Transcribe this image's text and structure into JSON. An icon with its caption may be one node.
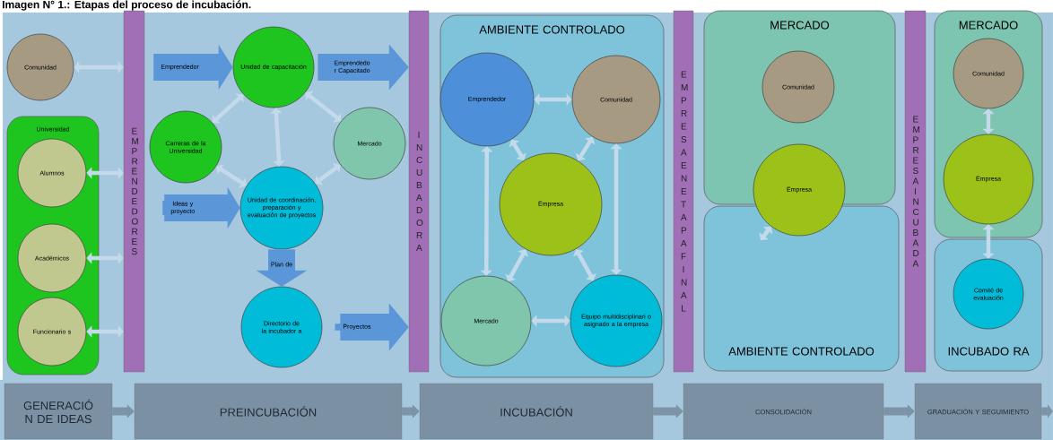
{
  "diagram": {
    "title": "Imagen N° 1.: Etapas del proceso de incubación.",
    "nodes": [
      {
        "text": [
          "Comunidad"
        ]
      },
      {
        "text": [
          "Universidad"
        ]
      },
      {
        "text": [
          "Alumnos"
        ],
        "in": 1
      },
      {
        "text": [
          "Académicos"
        ],
        "in": 1
      },
      {
        "text": [
          "Funcionario s"
        ],
        "in": 1
      },
      {
        "text": [
          "E M P R E N D E D O R E S"
        ]
      },
      {
        "text": [
          "Unidad de capacitación"
        ]
      },
      {
        "text": [
          "Carreras de la Universidad"
        ]
      },
      {
        "text": [
          "Mercado"
        ]
      },
      {
        "text": [
          "Unidad de coordinación, preparación y evaluación de proyectos"
        ]
      },
      {
        "text": [
          "Directorio de la incubador a"
        ]
      },
      {
        "text": [
          "I N C U B A D O R A"
        ]
      },
      {
        "text": [
          "AMBIENTE CONTROLADO"
        ]
      },
      {
        "text": [
          "Emprendedor"
        ],
        "in": 12
      },
      {
        "text": [
          "Comunidad"
        ],
        "in": 12
      },
      {
        "text": [
          "Empresa"
        ],
        "in": 12
      },
      {
        "text": [
          "Mercado"
        ],
        "in": 12
      },
      {
        "text": [
          "Equipo multidisciplinari o asignado a la empresa"
        ],
        "in": 12
      },
      {
        "text": [
          "E M P R E S A E N E T A P A F I N A L"
        ]
      },
      {
        "text": [
          "MERCADO"
        ]
      },
      {
        "text": [
          "Comunidad"
        ],
        "in": 19
      },
      {
        "text": [
          "Empresa"
        ]
      },
      {
        "text": [
          "AMBIENTE CONTROLADO"
        ]
      },
      {
        "text": [
          "E M P R E S A I N C U B A D A"
        ]
      },
      {
        "text": [
          "MERCADO"
        ]
      },
      {
        "text": [
          "Comunidad"
        ],
        "in": 24
      },
      {
        "text": [
          "Empresa"
        ],
        "in": 24
      },
      {
        "text": [
          "INCUBADO RA"
        ]
      },
      {
        "text": [
          "Comité de evaluación"
        ],
        "in": 27
      },
      {
        "text": [
          "GENERACIÓ N DE IDEAS"
        ]
      },
      {
        "text": [
          "PREINCUBACIÓN"
        ]
      },
      {
        "text": [
          "INCUBACIÓN"
        ]
      },
      {
        "text": [
          "CONSOLIDACIÓN"
        ]
      },
      {
        "text": [
          "GRADUACIÓN Y SEGUIMIENTO"
        ]
      }
    ],
    "edges": [
      {
        "from": 0,
        "to": 5,
        "arrow": "both"
      },
      {
        "from": 2,
        "to": 5,
        "arrow": "both"
      },
      {
        "from": 3,
        "to": 5,
        "arrow": "both"
      },
      {
        "from": 4,
        "to": 5,
        "arrow": "both"
      },
      {
        "from": 7,
        "to": 6,
        "arrow": "both"
      },
      {
        "from": 6,
        "to": 9,
        "arrow": "both"
      },
      {
        "from": 7,
        "to": 9,
        "arrow": "both"
      },
      {
        "from": 6,
        "to": 8,
        "arrow": "both"
      },
      {
        "from": 9,
        "to": 8,
        "arrow": "both"
      },
      {
        "from": 13,
        "to": 14,
        "arrow": "both"
      },
      {
        "from": 13,
        "to": 16,
        "arrow": "both"
      },
      {
        "from": 14,
        "to": 17,
        "arrow": "both"
      },
      {
        "from": 16,
        "to": 17,
        "arrow": "both"
      },
      {
        "from": 13,
        "to": 15,
        "arrow": "both"
      },
      {
        "from": 14,
        "to": 15,
        "arrow": "both"
      },
      {
        "from": 16,
        "to": 15,
        "arrow": "both"
      },
      {
        "from": 17,
        "to": 15,
        "arrow": "both"
      },
      {
        "from": 21,
        "to": null,
        "arrow": "both"
      },
      {
        "from": 25,
        "to": 26,
        "arrow": "both"
      },
      {
        "from": 26,
        "to": 28,
        "arrow": "both"
      },
      {
        "from": 29,
        "to": 30,
        "arrow": "to",
        "style": "thick",
        "color": "#7d93a6"
      },
      {
        "from": 30,
        "to": 31,
        "arrow": "to",
        "style": "thick",
        "color": "#7d93a6"
      },
      {
        "from": 31,
        "to": 32,
        "arrow": "to",
        "style": "thick",
        "color": "#7d93a6"
      },
      {
        "from": 32,
        "to": 33,
        "arrow": "to",
        "style": "thick",
        "color": "#7d93a6"
      },
      {
        "from": 33,
        "to": null,
        "arrow": "to",
        "style": "thick",
        "color": "#7d93a6"
      },
      {
        "from": 5,
        "to": 6,
        "arrow": "to",
        "label": "Emprendedor",
        "style": "thick",
        "color": "#5a96d8"
      },
      {
        "from": 6,
        "to": 11,
        "arrow": "to",
        "label": "Emprendedo r Capacitado",
        "style": "thick",
        "color": "#5a96d8"
      },
      {
        "from": 5,
        "to": 9,
        "arrow": "to",
        "label": "Ideas y proyecto",
        "style": "thick",
        "color": "#5a96d8"
      },
      {
        "from": 9,
        "to": 10,
        "arrow": "to",
        "label": "Plan de",
        "style": "thick",
        "color": "#5a96d8"
      },
      {
        "from": 10,
        "to": 11,
        "arrow": "to",
        "label": "Proyectos",
        "style": "thick",
        "color": "#5a96d8"
      }
    ]
  }
}
